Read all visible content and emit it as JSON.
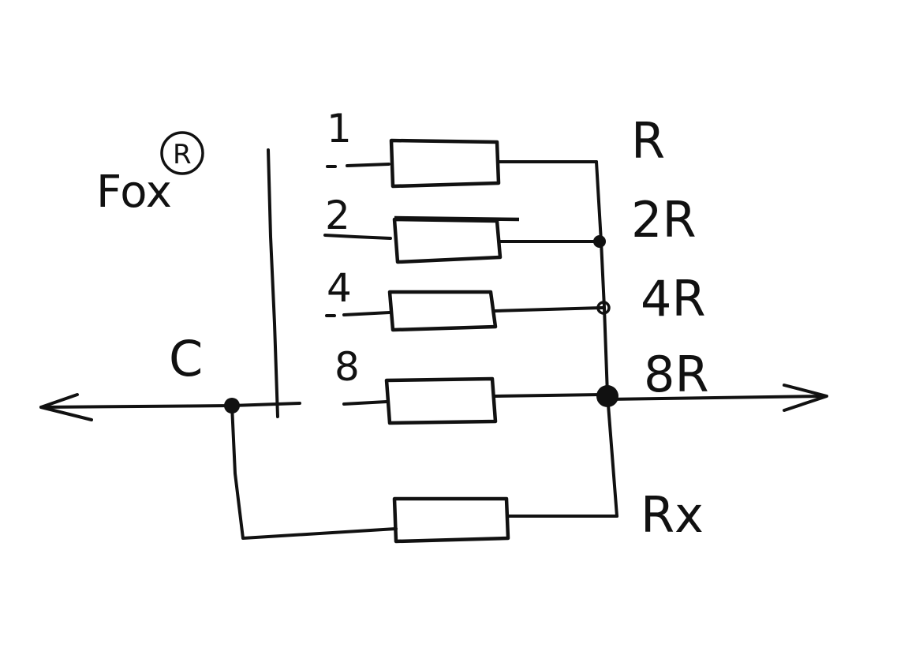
{
  "brand": {
    "name": "Fox",
    "registered_mark": "R"
  },
  "switch_taps": [
    "1",
    "2",
    "4",
    "8"
  ],
  "resistor_labels": [
    "R",
    "2R",
    "4R",
    "8R"
  ],
  "common_label": "C",
  "extra_resistor_label": "Rx",
  "colors": {
    "ink": "#111111",
    "paper": "#ffffff"
  }
}
